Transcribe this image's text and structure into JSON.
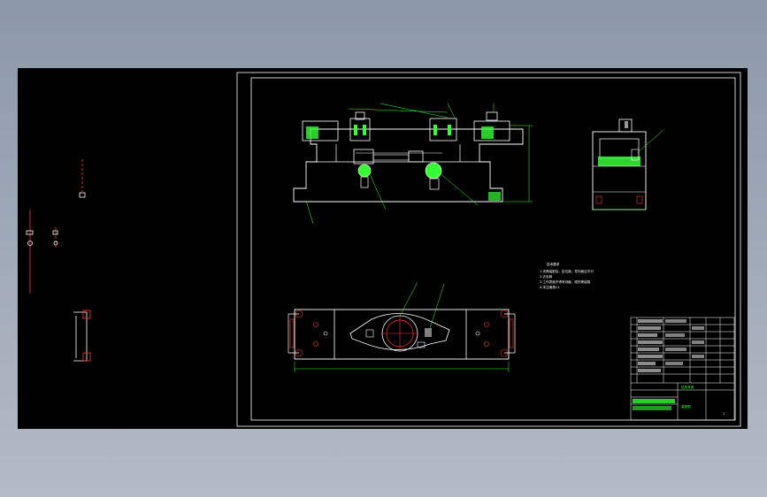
{
  "colors": {
    "background": "#000000",
    "outline": "#ffffff",
    "dimension": "#33ff33",
    "hatch": "#33ff33",
    "hidden_part": "#ff3333",
    "leader": "#33ff33"
  },
  "notes": {
    "title": "技术要求",
    "lines": [
      "1.夹具装配后，定位面、导向面应平行",
      "2.去毛刺",
      "3.工作表面不得有划痕、碰伤等缺陷",
      "4.未注倒角C1"
    ]
  },
  "title_block": {
    "part_name": "钻床夹具",
    "drawing_no": "装配图",
    "sheet": "1"
  }
}
